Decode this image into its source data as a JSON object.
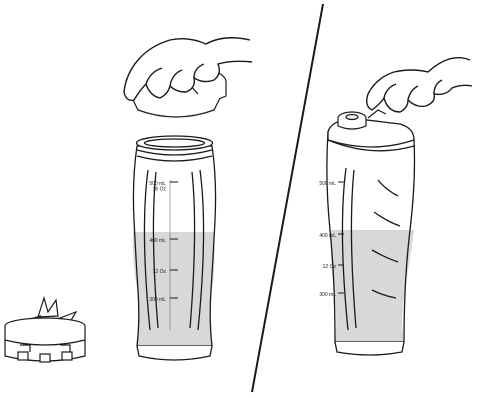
{
  "panels": [
    {
      "id": "left",
      "step": "remove-lid",
      "graduations": [
        "500 mL\n16 Oz",
        "400 mL",
        "12 Oz",
        "300 mL"
      ]
    },
    {
      "id": "right",
      "step": "drink-from-bottle",
      "graduations": [
        "500 mL",
        "400 mL",
        "12 Oz",
        "300 mL"
      ]
    }
  ],
  "colors": {
    "line": "#1a1a1a",
    "fill_white": "#ffffff",
    "liquid": "#d8d8d8",
    "bottle_shade": "#eeeeee"
  },
  "icons": [
    "hand-icon",
    "lid-icon",
    "blade-assembly-icon",
    "bottle-icon",
    "drinking-spout-icon"
  ]
}
